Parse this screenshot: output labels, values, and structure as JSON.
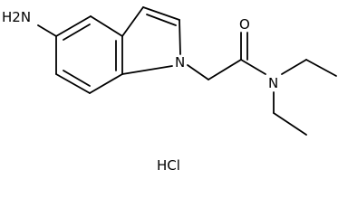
{
  "molecule": {
    "atom_labels": {
      "amine": "H2N",
      "ring_nitrogen": "N",
      "carbonyl_oxygen": "O",
      "amide_nitrogen": "N"
    },
    "salt_label": "HCl"
  }
}
